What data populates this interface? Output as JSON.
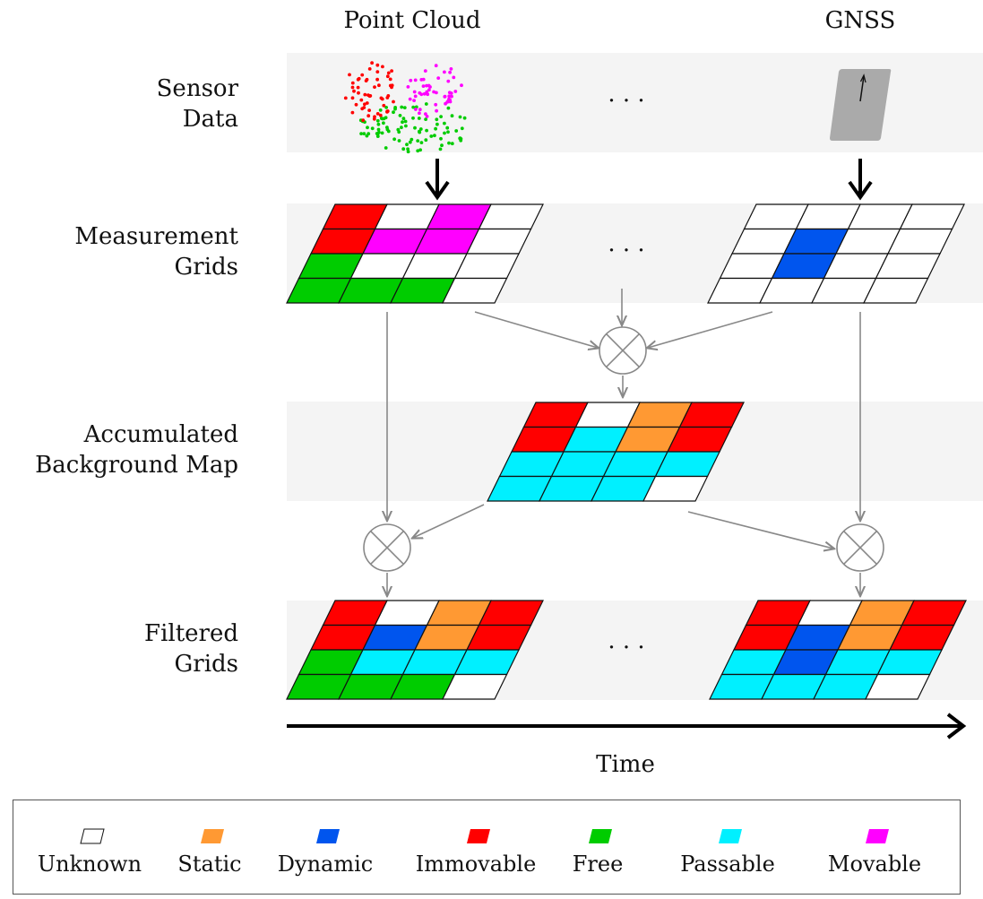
{
  "columns": {
    "point_cloud": "Point Cloud",
    "gnss": "GNSS"
  },
  "rows": {
    "sensor_data": [
      "Sensor",
      "Data"
    ],
    "measurement_grids": [
      "Measurement",
      "Grids"
    ],
    "accumulated_map": [
      "Accumulated",
      "Background Map"
    ],
    "filtered_grids": [
      "Filtered",
      "Grids"
    ]
  },
  "ellipsis": "· · ·",
  "time_label": "Time",
  "colors": {
    "unknown": "#ffffff",
    "static": "#ff9933",
    "dynamic": "#0055ee",
    "immovable": "#ff0000",
    "free": "#00cc00",
    "passable": "#00f0ff",
    "movable": "#ff00ff",
    "band": "#f4f4f4",
    "arrow_gray": "#888888"
  },
  "legend": [
    {
      "key": "unknown",
      "label": "Unknown"
    },
    {
      "key": "static",
      "label": "Static"
    },
    {
      "key": "dynamic",
      "label": "Dynamic"
    },
    {
      "key": "immovable",
      "label": "Immovable"
    },
    {
      "key": "free",
      "label": "Free"
    },
    {
      "key": "passable",
      "label": "Passable"
    },
    {
      "key": "movable",
      "label": "Movable"
    }
  ],
  "grids": {
    "measurement_point_cloud": [
      [
        "immovable",
        "unknown",
        "movable",
        "unknown"
      ],
      [
        "immovable",
        "movable",
        "movable",
        "unknown"
      ],
      [
        "free",
        "unknown",
        "unknown",
        "unknown"
      ],
      [
        "free",
        "free",
        "free",
        "unknown"
      ]
    ],
    "measurement_gnss": [
      [
        "unknown",
        "unknown",
        "unknown",
        "unknown"
      ],
      [
        "unknown",
        "dynamic",
        "unknown",
        "unknown"
      ],
      [
        "unknown",
        "dynamic",
        "unknown",
        "unknown"
      ],
      [
        "unknown",
        "unknown",
        "unknown",
        "unknown"
      ]
    ],
    "accumulated": [
      [
        "immovable",
        "unknown",
        "static",
        "immovable"
      ],
      [
        "immovable",
        "passable",
        "static",
        "immovable"
      ],
      [
        "passable",
        "passable",
        "passable",
        "passable"
      ],
      [
        "passable",
        "passable",
        "passable",
        "unknown"
      ]
    ],
    "filtered_left": [
      [
        "immovable",
        "unknown",
        "static",
        "immovable"
      ],
      [
        "immovable",
        "dynamic",
        "static",
        "immovable"
      ],
      [
        "free",
        "passable",
        "passable",
        "passable"
      ],
      [
        "free",
        "free",
        "free",
        "unknown"
      ]
    ],
    "filtered_right": [
      [
        "immovable",
        "unknown",
        "static",
        "immovable"
      ],
      [
        "immovable",
        "dynamic",
        "static",
        "immovable"
      ],
      [
        "passable",
        "dynamic",
        "passable",
        "passable"
      ],
      [
        "passable",
        "passable",
        "passable",
        "unknown"
      ]
    ]
  }
}
